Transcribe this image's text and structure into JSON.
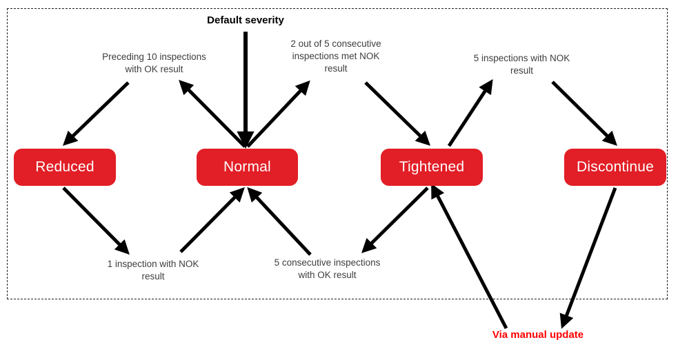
{
  "diagram": {
    "title": {
      "text": "Default severity"
    },
    "states": {
      "reduced": "Reduced",
      "normal": "Normal",
      "tightened": "Tightened",
      "discontinue": "Discontinue"
    },
    "labels": {
      "preceding_ok": {
        "lines": [
          "Preceding 10 inspections",
          "with OK result"
        ]
      },
      "two_of_five_nok": {
        "lines": [
          "2 out of 5 consecutive",
          "inspections met NOK",
          "result"
        ]
      },
      "five_nok": {
        "lines": [
          "5 inspections with NOK",
          "result"
        ]
      },
      "one_nok": {
        "lines": [
          "1 inspection with NOK",
          "result"
        ]
      },
      "five_ok": {
        "lines": [
          "5 consecutive inspections",
          "with OK result"
        ]
      },
      "via_manual": {
        "text": "Via manual update"
      }
    },
    "colors": {
      "state_fill": "#e21e26",
      "state_text": "#ffffff",
      "arrow": "#000000",
      "label_text": "#3d3d3d",
      "note_text": "#ff0000",
      "frame_border": "#1a1a1a"
    }
  }
}
